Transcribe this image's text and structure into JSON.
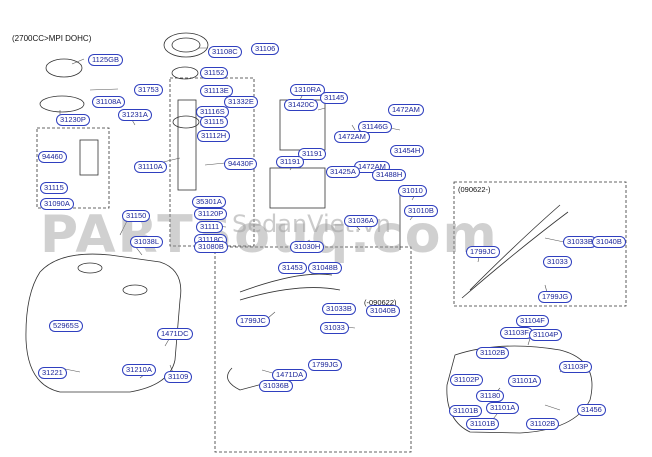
{
  "header": "(2700CC>MPI DOHC)",
  "variant_note_a": "(090622-)",
  "variant_note_b": "(-090622)",
  "watermark": "PARTSouq.com",
  "watermark_site": "SedanViet.vn",
  "callouts": [
    "1125GB",
    "31106",
    "31108C",
    "31753",
    "31108A",
    "31152",
    "31231A",
    "31230P",
    "31113E",
    "31332E",
    "31116S",
    "31115",
    "31112H",
    "94460",
    "31110A",
    "94430F",
    "31115",
    "31090A",
    "35301A",
    "31120P",
    "31150",
    "31038L",
    "31111",
    "31118C",
    "31080B",
    "1310RA",
    "31145",
    "31420C",
    "1472AM",
    "31146G",
    "1472AM",
    "31454H",
    "31191",
    "31191",
    "1472AM",
    "31425A",
    "31488H",
    "31010",
    "31010B",
    "31036A",
    "31030H",
    "31453",
    "31048B",
    "31033B",
    "31040B",
    "1799JC",
    "31033",
    "1799JG",
    "1471DA",
    "31036B",
    "52965S",
    "1471DC",
    "31221",
    "31210A",
    "31109",
    "31033B",
    "31040B",
    "1799JC",
    "31033",
    "1799JG",
    "31104F",
    "31103F",
    "31104P",
    "31102B",
    "31103P",
    "31102P",
    "31101A",
    "31180",
    "31101A",
    "31456",
    "31101B",
    "31101B",
    "31102B"
  ]
}
